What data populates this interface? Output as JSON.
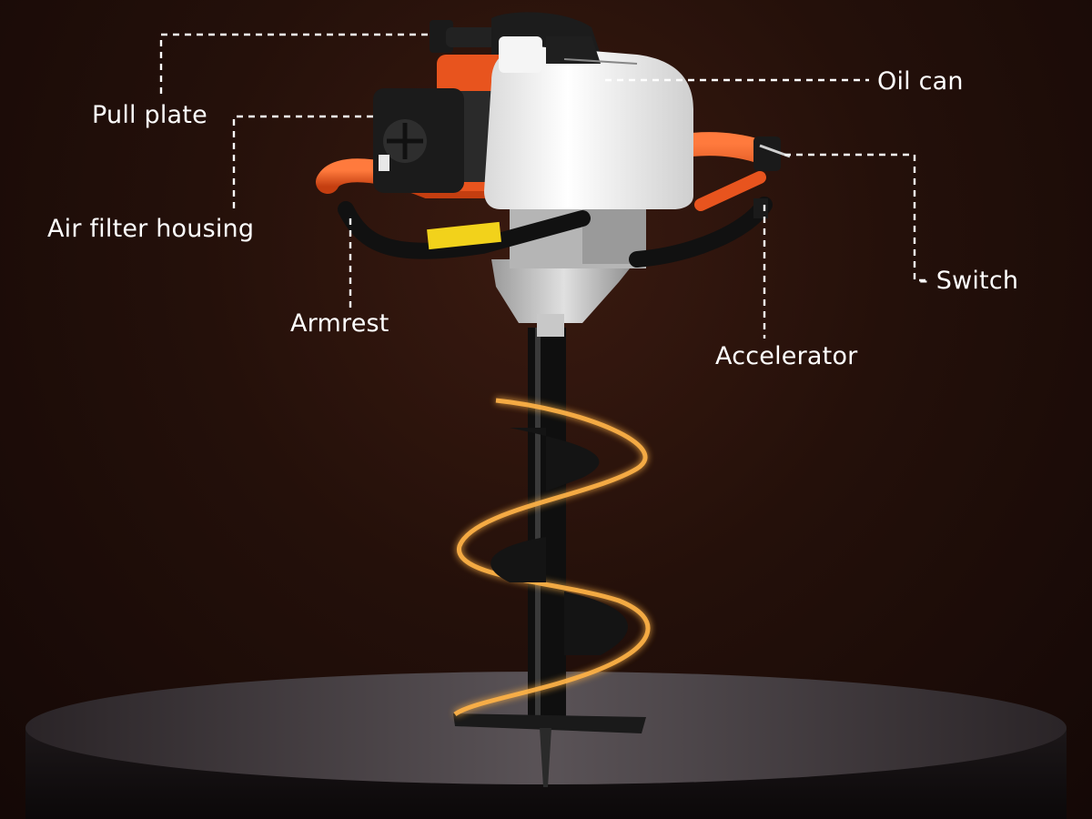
{
  "callouts": {
    "pull_plate": "Pull plate",
    "oil_can": "Oil can",
    "air_filter_housing": "Air filter housing",
    "switch": "- Switch",
    "armrest": "Armrest",
    "accelerator": "Accelerator"
  },
  "colors": {
    "background": "#24100a",
    "handle_orange": "#e8541e",
    "tank_white": "#f2f2f2",
    "glow": "#ffb347",
    "platform": "#3a3437"
  }
}
